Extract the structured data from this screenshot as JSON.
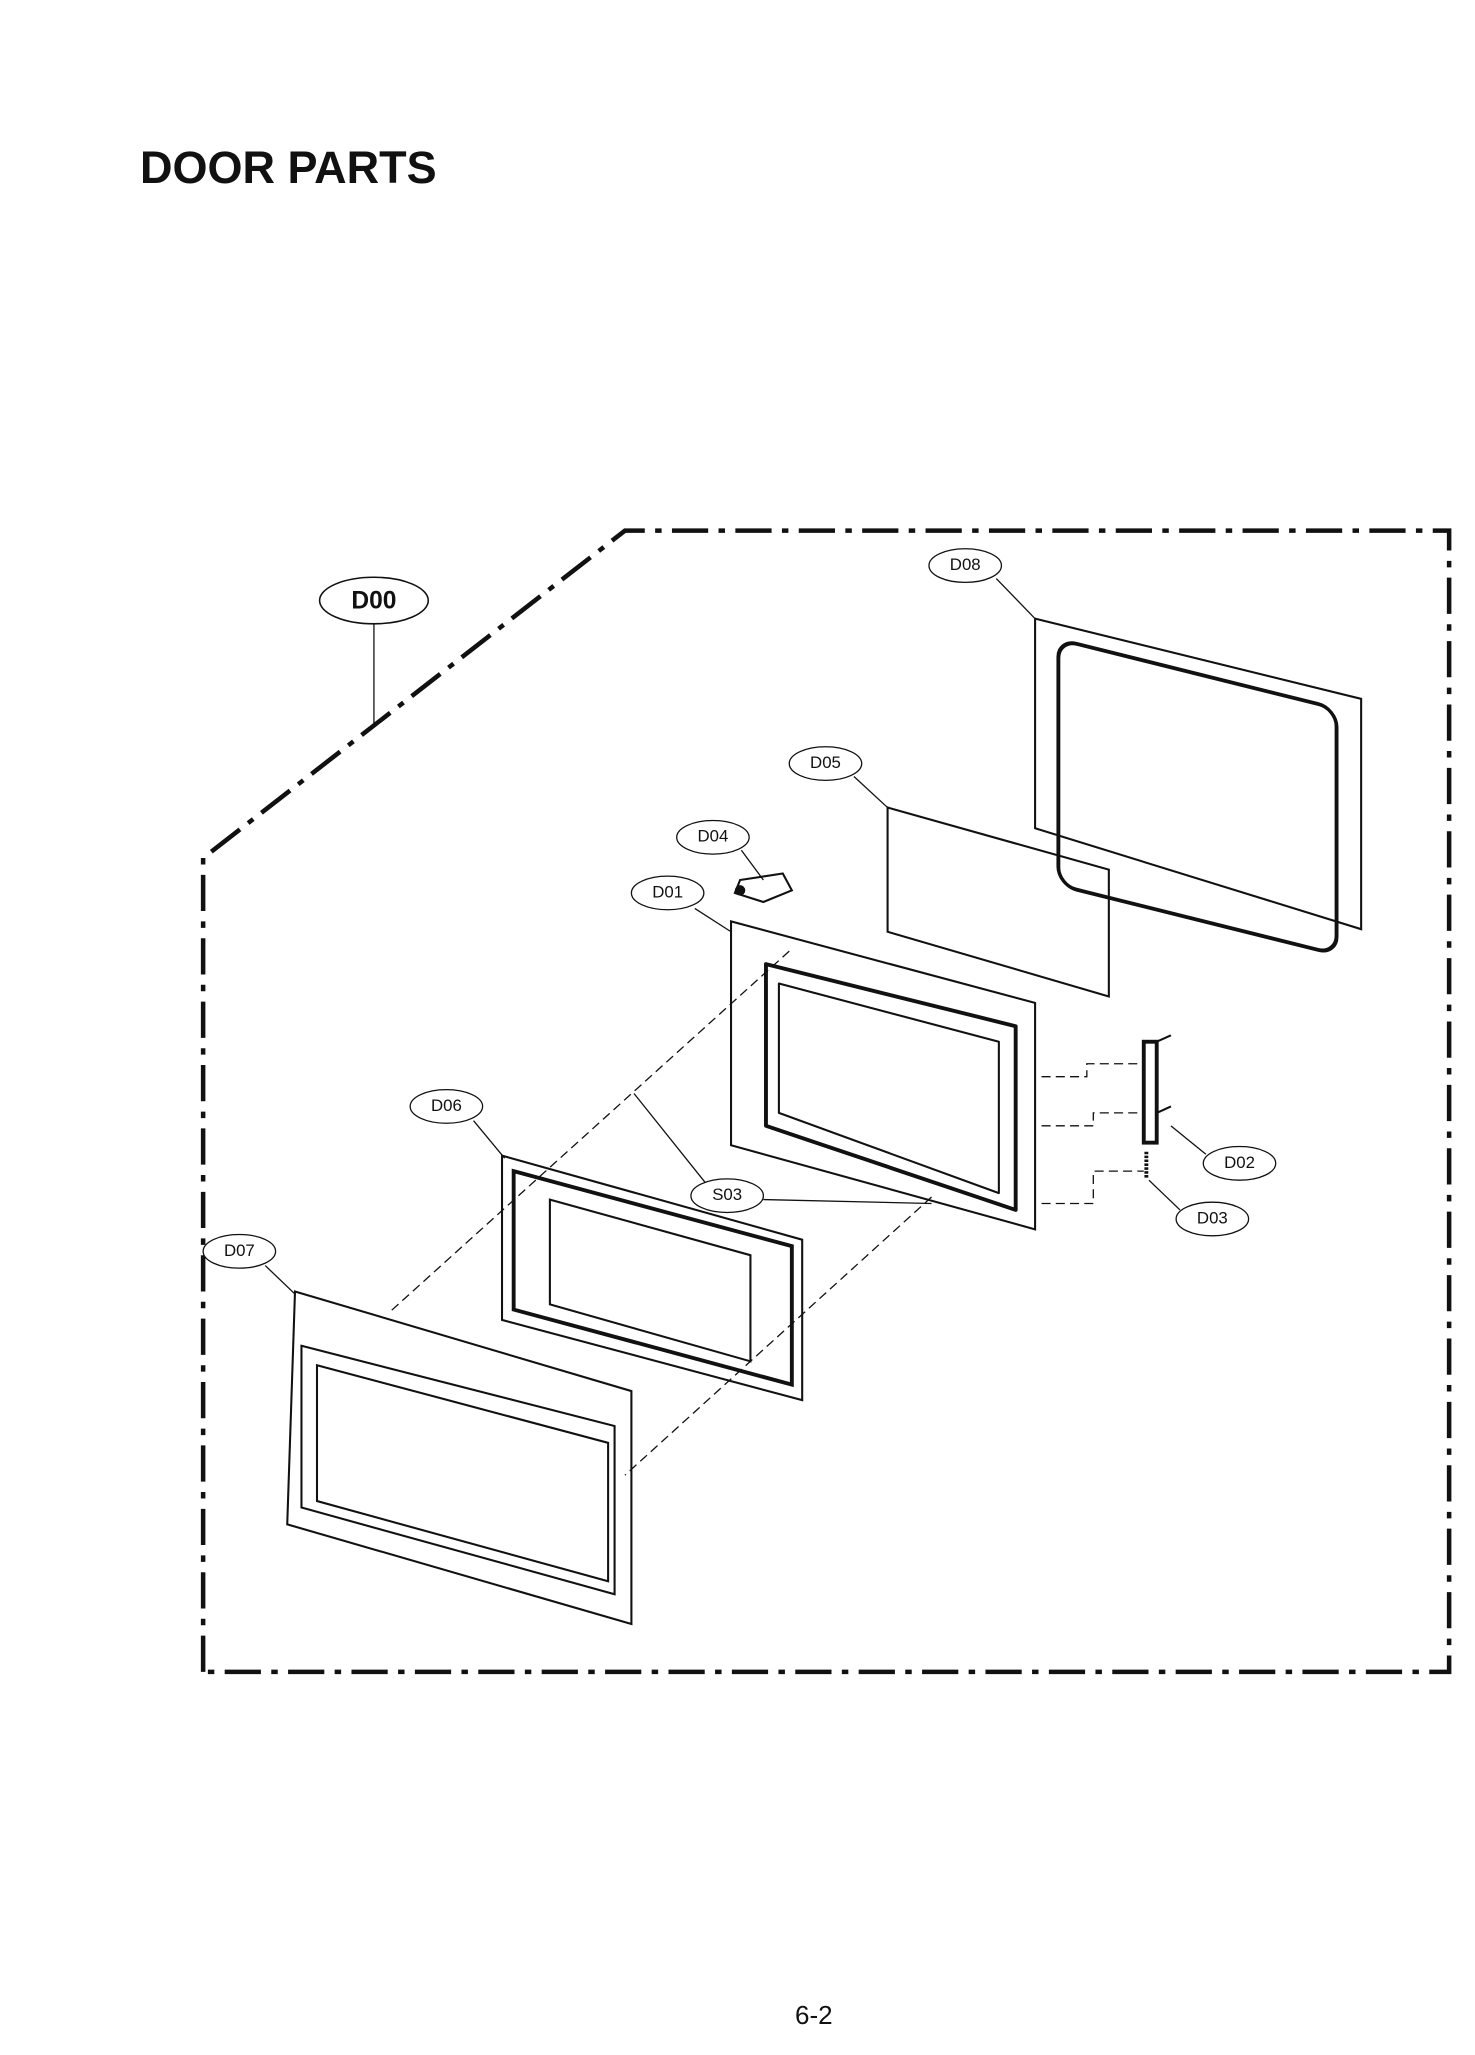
{
  "title": "DOOR PARTS",
  "page_number": "6-2",
  "callouts": {
    "assembly": "D00",
    "d01": "D01",
    "d02": "D02",
    "d03": "D03",
    "d04": "D04",
    "d05": "D05",
    "d06": "D06",
    "d07": "D07",
    "d08": "D08",
    "s03": "S03"
  }
}
